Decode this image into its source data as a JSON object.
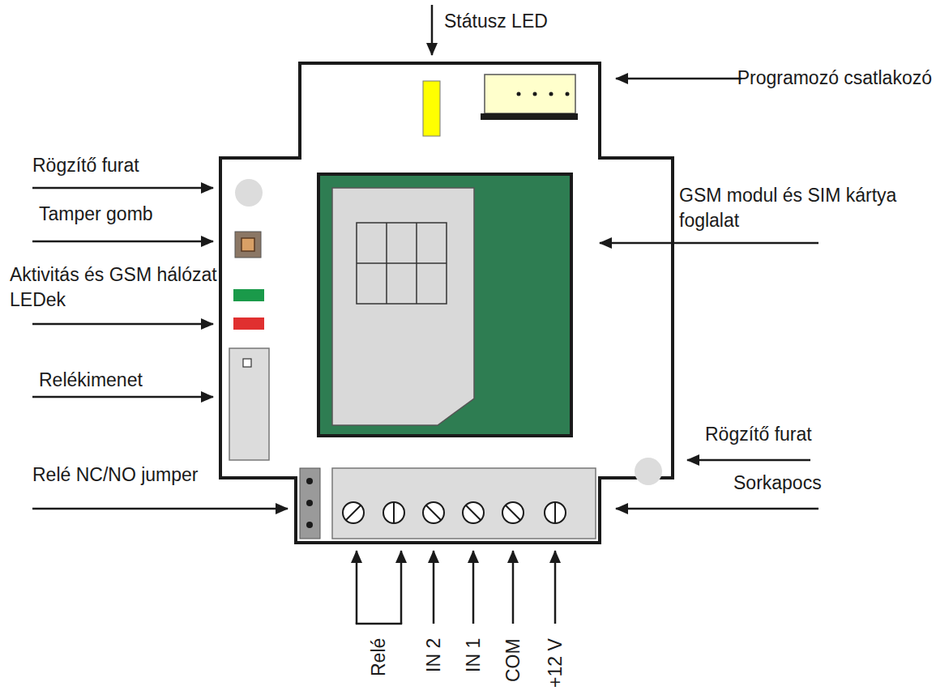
{
  "diagram": {
    "labels": [
      "Státusz LED",
      "Programozó csatlakozó",
      "Rögzítő furat",
      "GSM modul és SIM kártya foglalat",
      "Tamper gomb",
      "Aktivitás és GSM hálózat LEDek",
      "Relékimenet",
      "Rögzítő furat",
      "Relé NC/NO jumper",
      "Sorkapocs",
      "Relé",
      "IN 2",
      "IN 1",
      "COM",
      "+12 V"
    ]
  }
}
